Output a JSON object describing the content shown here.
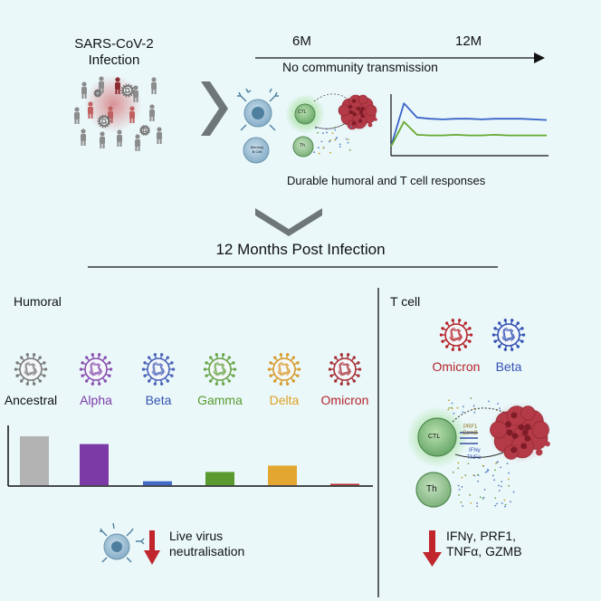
{
  "top": {
    "infection_title": "SARS-CoV-2\nInfection",
    "timeline_6m": "6M",
    "timeline_12m": "12M",
    "timeline_caption": "No community transmission",
    "responses_caption": "Durable humoral and T cell responses",
    "cell_labels": {
      "ctl": "CTL",
      "th": "Th",
      "memory": "Memory\nB Cell",
      "prf1": "PRF1",
      "gzmb": "GzmB",
      "ifn": "IFNγ",
      "tnf": "TNFα"
    },
    "line_chart": {
      "type": "line",
      "series": [
        {
          "values": [
            0.15,
            0.85,
            0.62,
            0.6,
            0.59,
            0.6,
            0.6,
            0.59,
            0.6,
            0.6,
            0.6,
            0.59,
            0.58
          ],
          "color": "#3a63c8"
        },
        {
          "values": [
            0.15,
            0.55,
            0.34,
            0.33,
            0.33,
            0.34,
            0.33,
            0.33,
            0.34,
            0.33,
            0.33,
            0.33,
            0.33
          ],
          "color": "#66a830"
        }
      ]
    }
  },
  "section_title": "12 Months Post Infection",
  "humoral": {
    "heading": "Humoral",
    "variants": [
      {
        "name": "Ancestral",
        "color": "#111111",
        "virus_color": "#7a7a7a"
      },
      {
        "name": "Alpha",
        "color": "#7b3aa6",
        "virus_color": "#8a4fb0"
      },
      {
        "name": "Beta",
        "color": "#3451b3",
        "virus_color": "#4a63b8"
      },
      {
        "name": "Gamma",
        "color": "#5a9a2f",
        "virus_color": "#6aa548"
      },
      {
        "name": "Delta",
        "color": "#e0a020",
        "virus_color": "#d89a2a"
      },
      {
        "name": "Omicron",
        "color": "#b5242a",
        "virus_color": "#a83036"
      }
    ],
    "chart_data": {
      "type": "bar",
      "categories": [
        "Ancestral",
        "Alpha",
        "Beta",
        "Gamma",
        "Delta",
        "Omicron"
      ],
      "values": [
        1.0,
        0.84,
        0.08,
        0.27,
        0.4,
        0.02
      ],
      "colors": [
        "#b3b3b3",
        "#7b3aa6",
        "#4169c8",
        "#5a9a2f",
        "#e3a630",
        "#c03030"
      ]
    },
    "result_label": "Live virus\nneutralisation"
  },
  "tcell": {
    "heading": "T cell",
    "variants": [
      {
        "name": "Omicron",
        "color": "#b5242a"
      },
      {
        "name": "Beta",
        "color": "#3451b3"
      }
    ],
    "result_label": "IFNγ,  PRF1,\nTNFα, GZMB"
  },
  "colors": {
    "background": "#eaf8fa",
    "down_arrow": "#c0262b",
    "chevron": "#6f7679",
    "ctl_glow": "#a8e0a0",
    "target_cell": "#b33a46"
  }
}
